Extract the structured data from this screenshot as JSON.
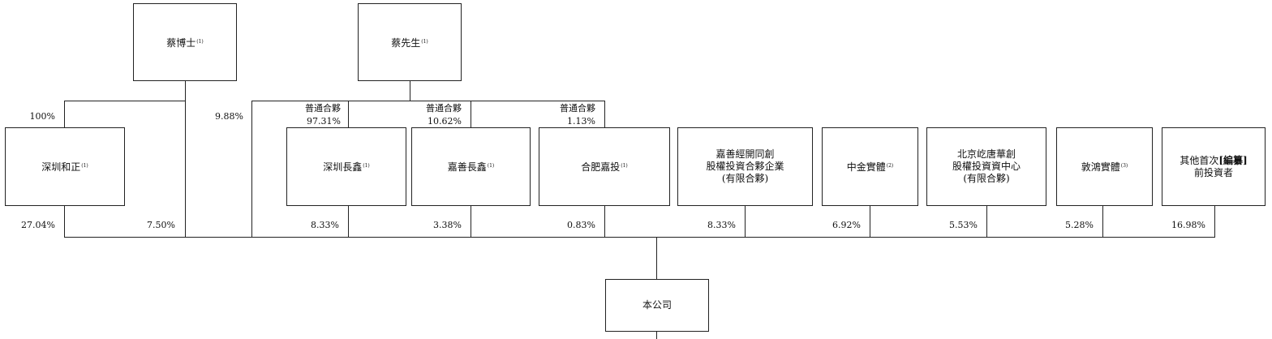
{
  "entities": {
    "dr_cai": {
      "name": "蔡博士",
      "note": "(1)"
    },
    "mr_cai": {
      "name": "蔡先生",
      "note": "(1)"
    },
    "shenzhen_hezheng": {
      "name": "深圳和正",
      "note": "(1)"
    },
    "shenzhen_changxin": {
      "name": "深圳長鑫",
      "note": "(1)"
    },
    "jiashan_changxin": {
      "name": "嘉善長鑫",
      "note": "(1)"
    },
    "hefei_jiatou": {
      "name": "合肥嘉投",
      "note": "(1)"
    },
    "jiashan_fund": {
      "lines": [
        "嘉善經開同創",
        "股權投資合夥企業",
        "(有限合夥)"
      ]
    },
    "cicc": {
      "name": "中金實體",
      "note": "(2)"
    },
    "beijing_center": {
      "lines": [
        "北京屹唐華創",
        "股權投資資中心",
        "(有限合夥)"
      ]
    },
    "dunhong": {
      "name": "敦鴻實體",
      "note": "(3)"
    },
    "other_investors": {
      "line1_a": "其他首次",
      "line1_b": "[編纂]",
      "line2": "前投資者"
    },
    "company": {
      "name": "本公司"
    }
  },
  "percentages": {
    "hezheng_by_drcai": "100%",
    "mrcai_direct": "9.88%",
    "hezheng_to_company": "27.04%",
    "drcai_to_company": "7.50%",
    "shenzhen_changxin_to_company": "8.33%",
    "jiashan_changxin_to_company": "3.38%",
    "hefei_jiatou_to_company": "0.83%",
    "jiashan_fund_to_company": "8.33%",
    "cicc_to_company": "6.92%",
    "beijing_center_to_company": "5.53%",
    "dunhong_to_company": "5.28%",
    "other_to_company": "16.98%"
  },
  "gp_labels": {
    "shenzhen_changxin": {
      "title": "普通合夥",
      "pct": "97.31%"
    },
    "jiashan_changxin": {
      "title": "普通合夥",
      "pct": "10.62%"
    },
    "hefei_jiatou": {
      "title": "普通合夥",
      "pct": "1.13%"
    }
  }
}
